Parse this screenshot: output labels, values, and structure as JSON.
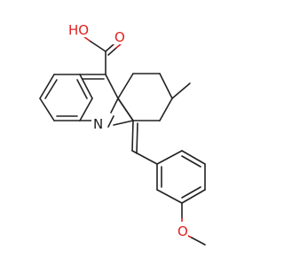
{
  "labels": {
    "hydroxyl": "HO",
    "carbonyl_o": "O",
    "ring_n": "N",
    "methoxy_o": "O"
  },
  "colors": {
    "bond": "#222222",
    "oxygen": "#e02020",
    "nitrogen": "#1a1a1a"
  }
}
